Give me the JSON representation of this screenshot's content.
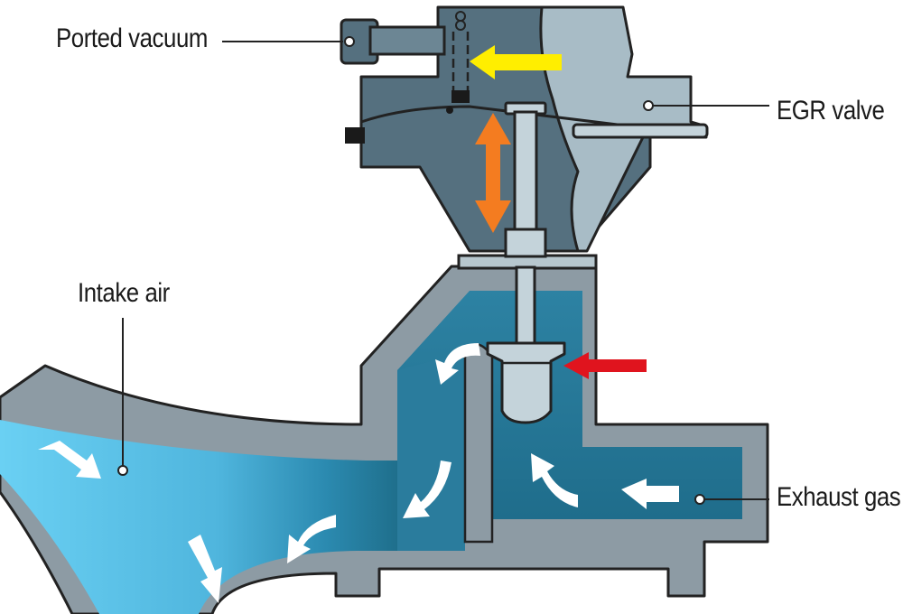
{
  "labels": {
    "ported_vacuum": "Ported vacuum",
    "egr_valve": "EGR valve",
    "intake_air": "Intake air",
    "exhaust_gas": "Exhaust gas"
  },
  "colors": {
    "outline": "#222222",
    "housing_dark": "#55707f",
    "housing_light": "#a8bcc6",
    "body_gray": "#8d9ba4",
    "intake_air": "#5cc6ee",
    "exhaust_gas": "#1f6f8c",
    "vacuum_arrow": "#ffee00",
    "stroke_arrow": "#f47c20",
    "exhaust_entry_arrow": "#e0141e",
    "flow_arrow": "#ffffff"
  },
  "icons": {
    "vacuum_arrow": "yellow-arrow-left",
    "stroke_arrow": "orange-double-arrow-vertical",
    "exhaust_entry_arrow": "red-arrow-left",
    "flow_arrows": "white-curved-arrow"
  }
}
